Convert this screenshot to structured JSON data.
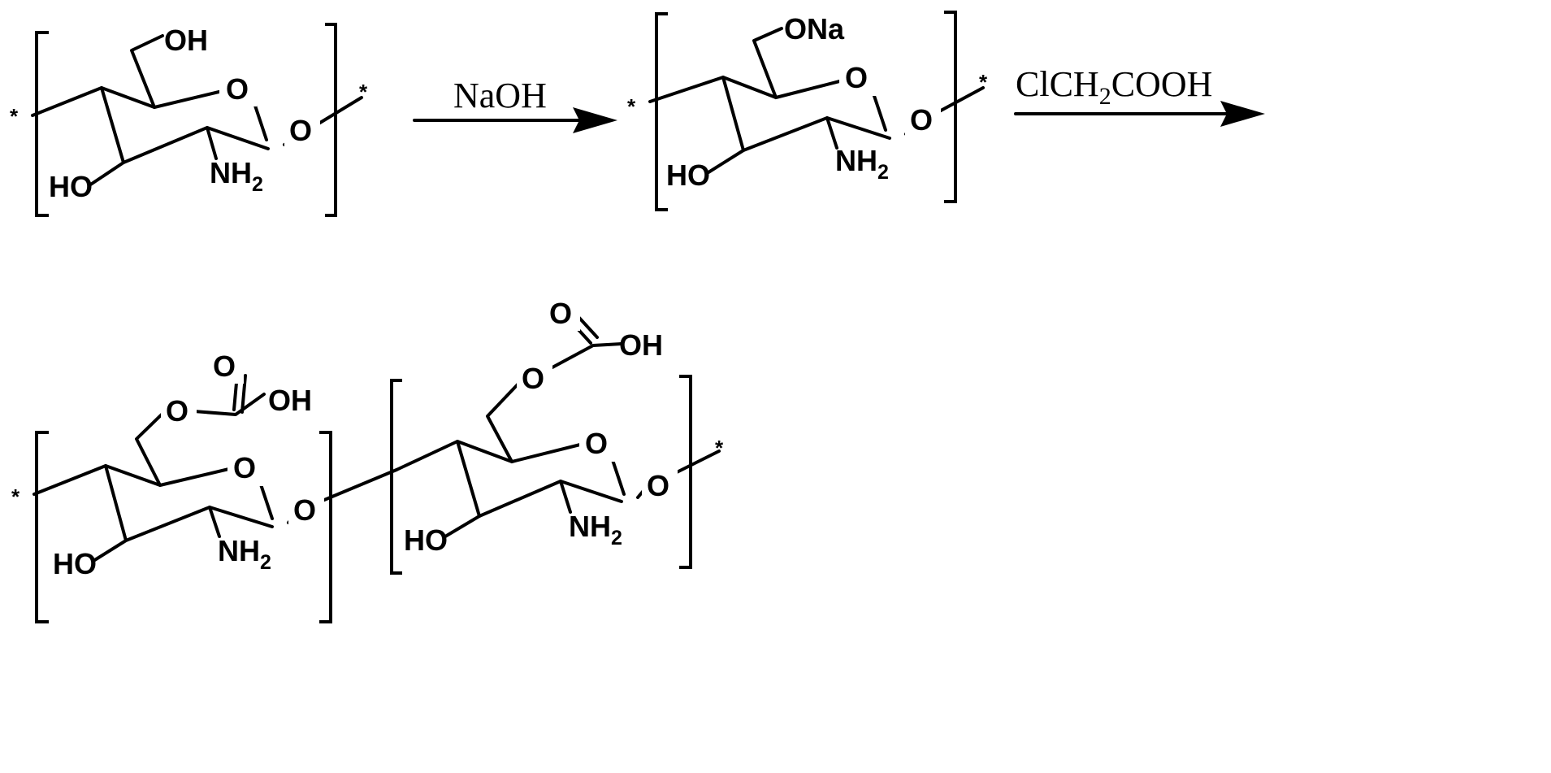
{
  "reagents": {
    "step1": "NaOH",
    "step2_main": "ClCH",
    "step2_sub": "2",
    "step2_tail": "COOH"
  },
  "labels": {
    "oh": "OH",
    "ho": "HO",
    "o": "O",
    "nh": "NH",
    "nh_sub": "2",
    "ona": "ONa",
    "star": "*"
  },
  "structures": [
    "chitosan-repeat-unit",
    "sodium-alkoxide-intermediate",
    "carboxymethyl-chitosan-product"
  ]
}
